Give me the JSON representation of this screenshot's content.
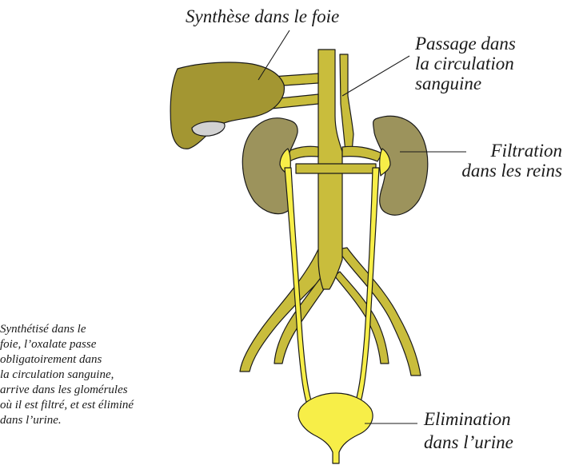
{
  "labels": {
    "synthese": "Synthèse dans le foie",
    "passage": [
      "Passage dans",
      "la circulation",
      "sanguine"
    ],
    "filtration": [
      "Filtration",
      "dans les reins"
    ],
    "elimination": [
      "Elimination",
      "dans l’urine"
    ]
  },
  "caption": [
    "Synthétisé dans le",
    "foie, l’oxalate passe",
    "obligatoirement dans",
    "la circulation sanguine,",
    "arrive dans les glomérules",
    "où il est filtré, et est éliminé",
    "dans l’urine."
  ],
  "colors": {
    "vessel": "#c9bd3c",
    "liver": "#a39632",
    "kidney": "#9c935c",
    "urine": "#f7ee48",
    "gallbladder": "#d2d2d2",
    "outline": "#1a1a1a"
  }
}
